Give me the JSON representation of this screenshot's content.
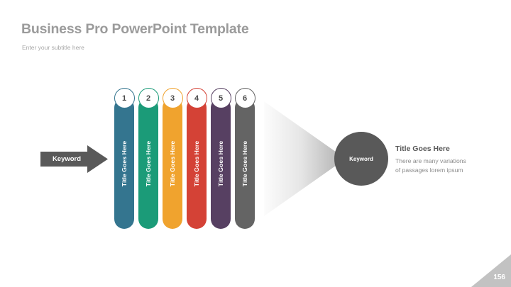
{
  "slide": {
    "title": "Business Pro PowerPoint Template",
    "subtitle": "Enter your subtitle here",
    "page_number": "156",
    "background_color": "#ffffff",
    "title_color": "#9b9b9b",
    "subtitle_color": "#a8a8a8",
    "corner_color": "#c2c2c2"
  },
  "left_arrow": {
    "label": "Keyword",
    "color": "#595959",
    "direction": "right"
  },
  "gradient_triangle": {
    "direction": "right",
    "gradient_from": "#fbfbfb",
    "gradient_to": "#b4b4b4"
  },
  "pills": [
    {
      "number": "1",
      "label": "Title Goes Here",
      "color": "#34758F"
    },
    {
      "number": "2",
      "label": "Title Goes Here",
      "color": "#1B9B78"
    },
    {
      "number": "3",
      "label": "Title Goes Here",
      "color": "#F0A32E"
    },
    {
      "number": "4",
      "label": "Title Goes Here",
      "color": "#D44236"
    },
    {
      "number": "5",
      "label": "Title Goes Here",
      "color": "#574062"
    },
    {
      "number": "6",
      "label": "Title Goes Here",
      "color": "#646464"
    }
  ],
  "right_circle": {
    "label": "Keyword",
    "color": "#595959"
  },
  "right_text": {
    "heading": "Title Goes Here",
    "body_line1": "There are many variations",
    "body_line2": "of passages lorem ipsum",
    "heading_color": "#595959",
    "body_color": "#8a8a8a"
  }
}
